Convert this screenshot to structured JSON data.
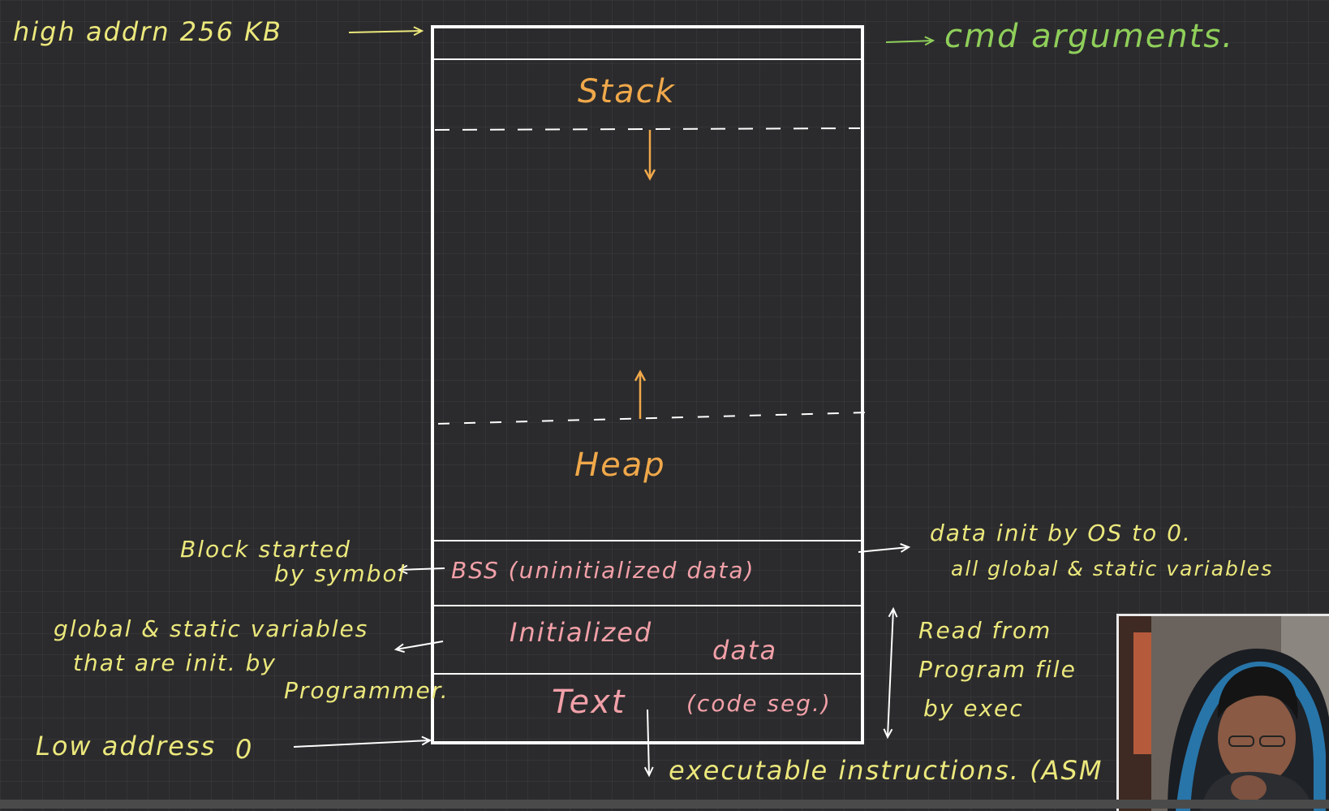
{
  "labels": {
    "high_address": "high addrn 256 KB",
    "cmd_arguments": "cmd arguments.",
    "stack": "Stack",
    "heap": "Heap",
    "bss_left": "Block started",
    "bss_left_2": "by symbol",
    "bss": "BSS (uninitialized data)",
    "bss_right_1": "data init by OS to 0.",
    "bss_right_2": "all global & static variables",
    "init_left_1": "global & static variables",
    "init_left_2": "that are init. by",
    "init_left_3": "Programmer.",
    "initialized": "Initialized",
    "data": "data",
    "read_1": "Read from",
    "read_2": "Program file",
    "read_3": "by exec",
    "low_address": "Low address",
    "zero": "0",
    "text": "Text",
    "code_seg": "(code seg.)",
    "executable": "executable instructions. (ASM"
  },
  "colors": {
    "background": "#2b2b2d",
    "box": "#ffffff",
    "yellow": "#ece87c",
    "green": "#8fcf5a",
    "orange": "#f0a84a",
    "pink": "#f2a0a8"
  }
}
